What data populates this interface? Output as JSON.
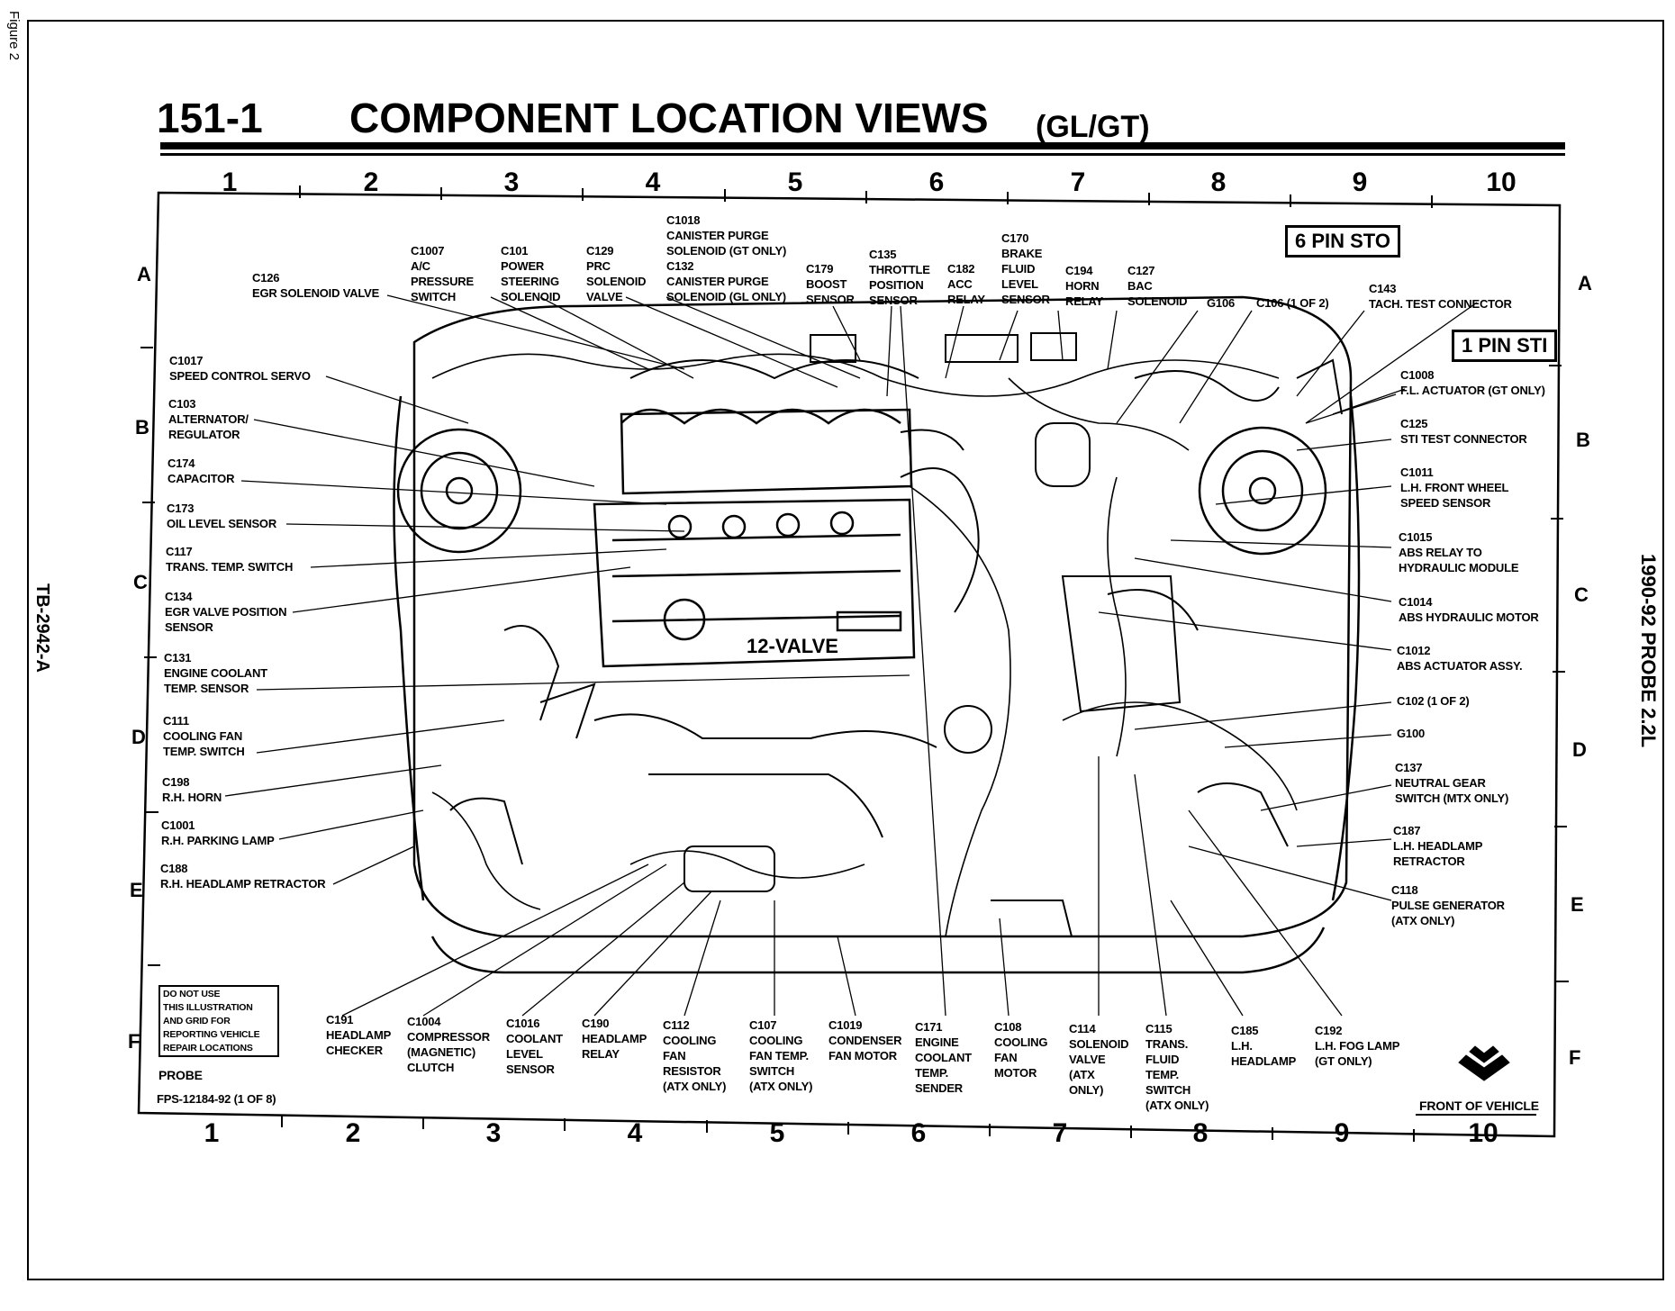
{
  "page": {
    "figure_label": "Figure 2",
    "left_side_code": "TB-2942-A",
    "right_side_text": "1990-92 PROBE 2.2L"
  },
  "header": {
    "section_number": "151-1",
    "title": "COMPONENT LOCATION VIEWS",
    "subtitle": "(GL/GT)"
  },
  "grid": {
    "columns": [
      "1",
      "2",
      "3",
      "4",
      "5",
      "6",
      "7",
      "8",
      "9",
      "10"
    ],
    "rows": [
      "A",
      "B",
      "C",
      "D",
      "E",
      "F"
    ]
  },
  "callout_boxes": {
    "six_pin": "6 PIN STO",
    "one_pin": "1 PIN STI"
  },
  "engine": {
    "valve_text": "12-VALVE"
  },
  "labels": {
    "c126": "C126\nEGR SOLENOID VALVE",
    "c1007": "C1007\nA/C\nPRESSURE\nSWITCH",
    "c101": "C101\nPOWER\nSTEERING\nSOLENOID",
    "c129": "C129\nPRC\nSOLENOID\nVALVE",
    "c1018": "C1018\nCANISTER PURGE\nSOLENOID (GT ONLY)\nC132\nCANISTER PURGE\nSOLENOID (GL ONLY)",
    "c179": "C179\nBOOST\nSENSOR",
    "c135": "C135\nTHROTTLE\nPOSITION\nSENSOR",
    "c182": "C182\nACC\nRELAY",
    "c170": "C170\nBRAKE\nFLUID\nLEVEL\nSENSOR",
    "c194": "C194\nHORN\nRELAY",
    "c127": "C127\nBAC\nSOLENOID",
    "g106": "G106",
    "c106": "C106 (1 OF 2)",
    "c143": "C143\nTACH. TEST CONNECTOR",
    "c1017": "C1017\nSPEED CONTROL SERVO",
    "c103": "C103\nALTERNATOR/\nREGULATOR",
    "c174": "C174\nCAPACITOR",
    "c173": "C173\nOIL LEVEL SENSOR",
    "c117": "C117\nTRANS. TEMP. SWITCH",
    "c134": "C134\nEGR VALVE POSITION\nSENSOR",
    "c131": "C131\nENGINE COOLANT\nTEMP. SENSOR",
    "c111": "C111\nCOOLING FAN\nTEMP. SWITCH",
    "c198": "C198\nR.H. HORN",
    "c1001": "C1001\nR.H. PARKING LAMP",
    "c188": "C188\nR.H. HEADLAMP RETRACTOR",
    "c1008": "C1008\nF.L. ACTUATOR (GT ONLY)",
    "c125": "C125\nSTI TEST CONNECTOR",
    "c1011": "C1011\nL.H. FRONT WHEEL\nSPEED SENSOR",
    "c1015": "C1015\nABS RELAY TO\nHYDRAULIC MODULE",
    "c1014": "C1014\nABS HYDRAULIC MOTOR",
    "c1012": "C1012\nABS ACTUATOR ASSY.",
    "c102": "C102 (1 OF 2)",
    "g100": "G100",
    "c137": "C137\nNEUTRAL GEAR\nSWITCH (MTX ONLY)",
    "c187": "C187\nL.H. HEADLAMP\nRETRACTOR",
    "c118": "C118\nPULSE GENERATOR\n(ATX ONLY)",
    "c191": "C191\nHEADLAMP\nCHECKER",
    "c1004": "C1004\nCOMPRESSOR\n(MAGNETIC)\nCLUTCH",
    "c1016": "C1016\nCOOLANT\nLEVEL\nSENSOR",
    "c190": "C190\nHEADLAMP\nRELAY",
    "c112": "C112\nCOOLING\nFAN\nRESISTOR\n(ATX ONLY)",
    "c107": "C107\nCOOLING\nFAN TEMP.\nSWITCH\n(ATX ONLY)",
    "c1019": "C1019\nCONDENSER\nFAN MOTOR",
    "c171": "C171\nENGINE\nCOOLANT\nTEMP.\nSENDER",
    "c108": "C108\nCOOLING\nFAN\nMOTOR",
    "c114": "C114\nSOLENOID\nVALVE\n(ATX\nONLY)",
    "c115": "C115\nTRANS.\nFLUID\nTEMP.\nSWITCH\n(ATX ONLY)",
    "c185": "C185\nL.H.\nHEADLAMP",
    "c192": "C192\nL.H. FOG LAMP\n(GT ONLY)"
  },
  "notice_box": "DO NOT USE\nTHIS ILLUSTRATION\nAND GRID FOR\nREPORTING VEHICLE\nREPAIR LOCATIONS",
  "footer": {
    "model": "PROBE",
    "part_number": "FPS-12184-92 (1 OF 8)",
    "front_label": "FRONT OF VEHICLE"
  }
}
